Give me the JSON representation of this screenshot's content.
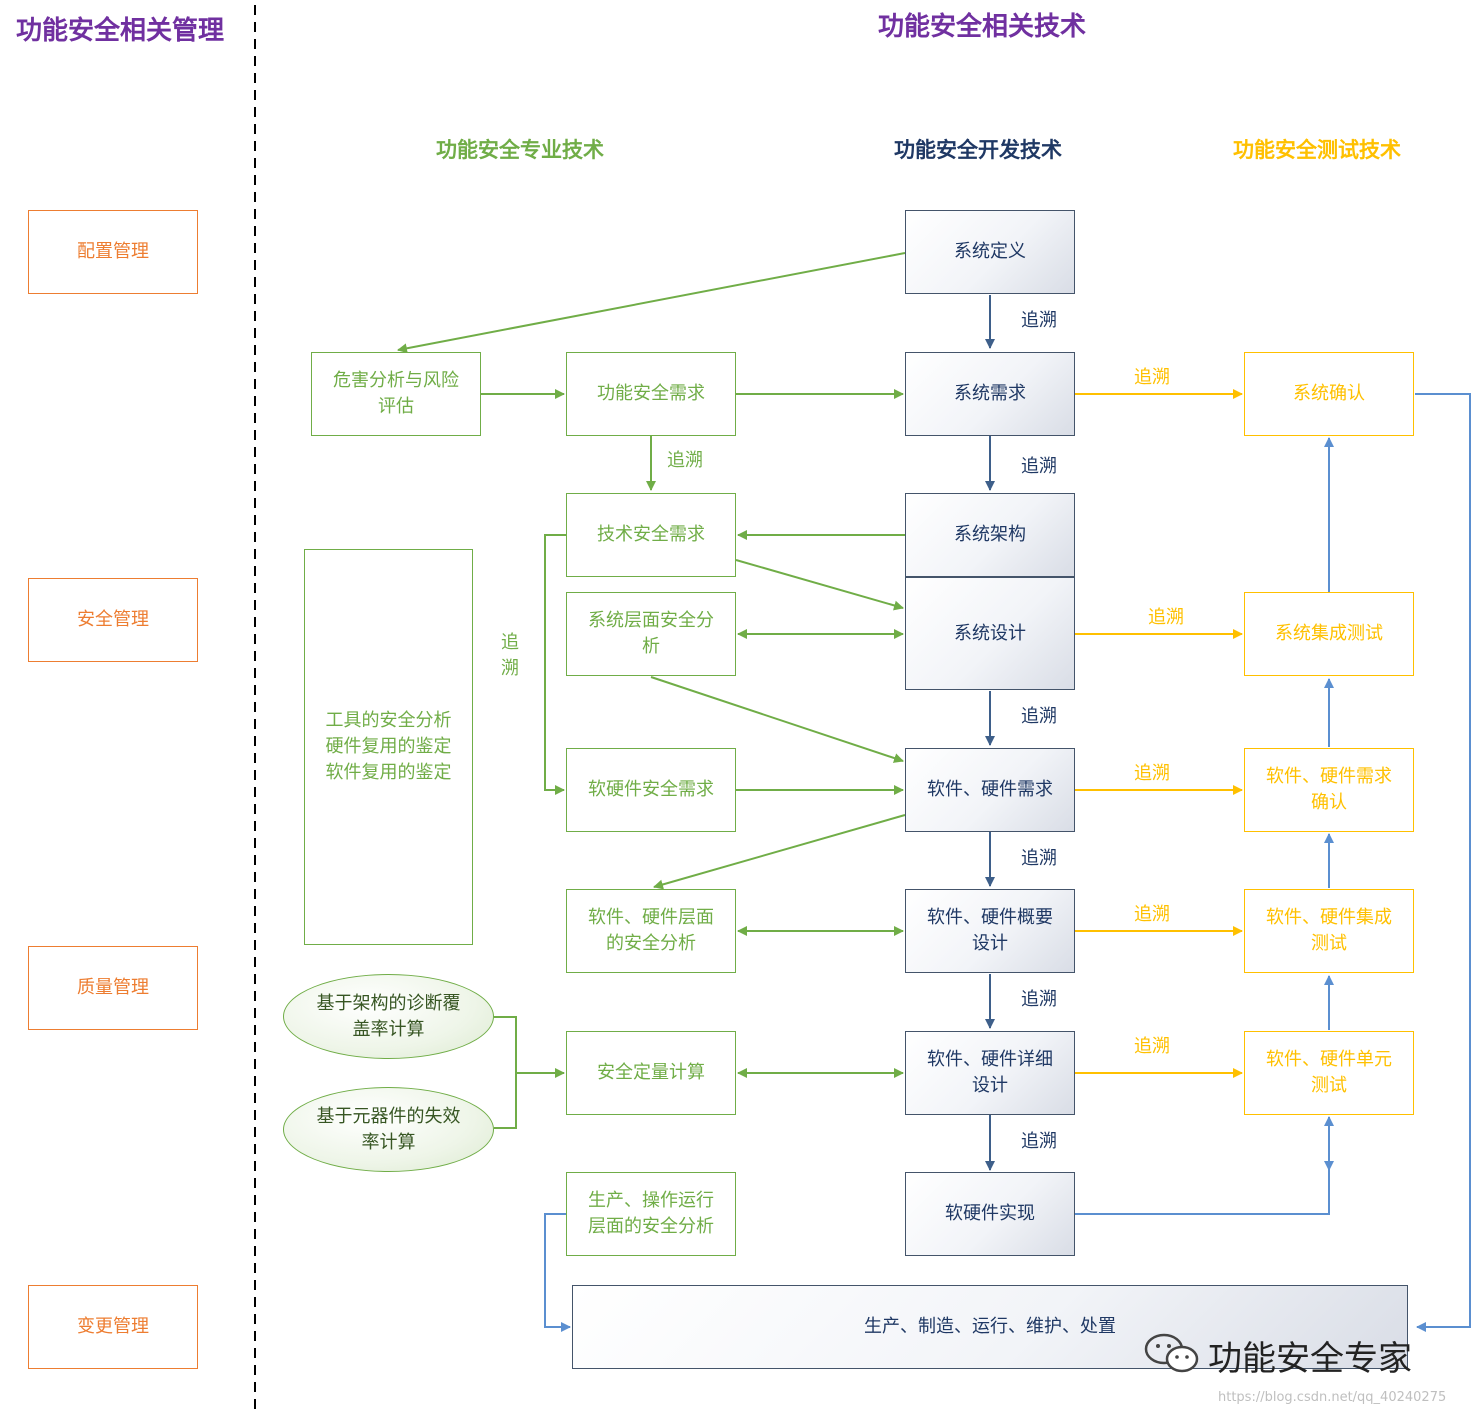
{
  "titles": {
    "management": "功能安全相关管理",
    "technology": "功能安全相关技术"
  },
  "column_headers": {
    "professional": "功能安全专业技术",
    "development": "功能安全开发技术",
    "testing": "功能安全测试技术"
  },
  "management_boxes": [
    "配置管理",
    "安全管理",
    "质量管理",
    "变更管理"
  ],
  "professional_boxes": {
    "hazard_analysis": [
      "危害分析与风险",
      "评估"
    ],
    "fs_requirements": "功能安全需求",
    "tech_safety_req": "技术安全需求",
    "system_safety_analysis": [
      "系统层面安全分",
      "析"
    ],
    "hw_sw_safety_req": "软硬件安全需求",
    "hw_sw_safety_analysis": [
      "软件、硬件层面",
      "的安全分析"
    ],
    "quant_calc": "安全定量计算",
    "production_analysis": [
      "生产、操作运行",
      "层面的安全分析"
    ],
    "tools_box": [
      "工具的安全分析",
      "硬件复用的鉴定",
      "软件复用的鉴定"
    ]
  },
  "ellipses": {
    "diag_coverage": [
      "基于架构的诊断覆",
      "盖率计算"
    ],
    "failure_rate": [
      "基于元器件的失效",
      "率计算"
    ]
  },
  "development_boxes": {
    "system_definition": "系统定义",
    "system_requirements": "系统需求",
    "system_architecture": "系统架构",
    "system_design": "系统设计",
    "hw_sw_requirements": "软件、硬件需求",
    "hw_sw_overview_design": [
      "软件、硬件概要",
      "设计"
    ],
    "hw_sw_detail_design": [
      "软件、硬件详细",
      "设计"
    ],
    "hw_sw_implementation": "软硬件实现",
    "production": "生产、制造、运行、维护、处置"
  },
  "testing_boxes": {
    "system_validation": "系统确认",
    "system_integration_test": "系统集成测试",
    "hw_sw_req_confirmation": [
      "软件、硬件需求",
      "确认"
    ],
    "hw_sw_integration_test": [
      "软件、硬件集成",
      "测试"
    ],
    "hw_sw_unit_test": [
      "软件、硬件单元",
      "测试"
    ]
  },
  "trace_label": "追溯",
  "trace_vertical": [
    "追",
    "溯"
  ],
  "watermark": "功能安全专家",
  "url": "https://blog.csdn.net/qq_40240275",
  "colors": {
    "management": "#ed7d31",
    "professional": "#70ad47",
    "development": "#1f3864",
    "testing": "#ffc000",
    "title": "#7030a0",
    "arrow_blue": "#4a7ab8"
  }
}
